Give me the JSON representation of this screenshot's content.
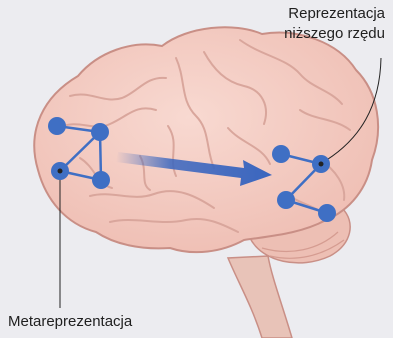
{
  "labels": {
    "lower_order_line1": "Reprezentacja",
    "lower_order_line2": "niższego rzędu",
    "meta": "Metareprezentacja"
  },
  "colors": {
    "background": "#ececf0",
    "brain_fill": "#f4cdc3",
    "brain_outline": "#c98f86",
    "gyrus_line": "#d9a69c",
    "cerebellum": "#edbfb4",
    "stem": "#e8c3b8",
    "node": "#3f6fc4",
    "edge": "#3f6fc4",
    "arrow": "#3a66bf",
    "leader_line": "#222222"
  },
  "icons": {
    "meta_cluster": "network-nodes-icon",
    "lower_cluster": "network-nodes-icon",
    "arrow": "arrow-right-icon"
  }
}
